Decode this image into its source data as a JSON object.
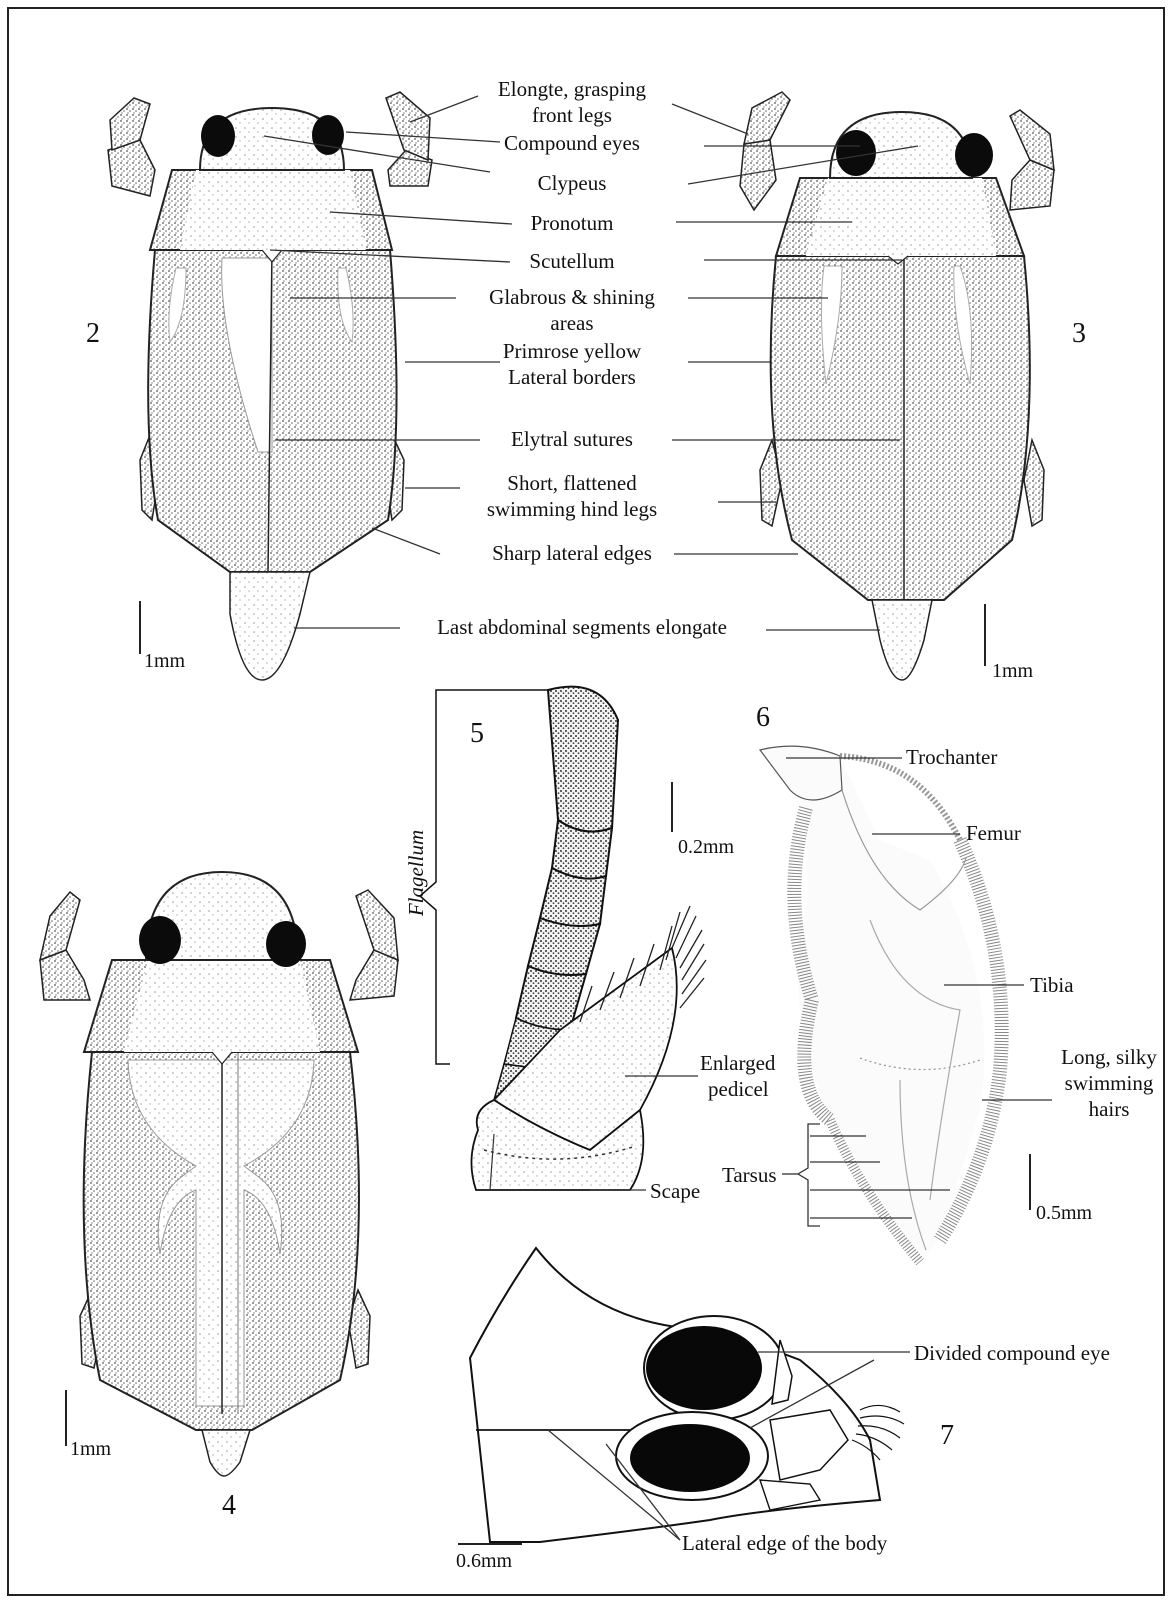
{
  "figure_numbers": {
    "fig2": "2",
    "fig3": "3",
    "fig4": "4",
    "fig5": "5",
    "fig6": "6",
    "fig7": "7"
  },
  "top_labels": {
    "front_legs_1": "Elongte, grasping",
    "front_legs_2": "front legs",
    "compound_eyes": "Compound eyes",
    "clypeus": "Clypeus",
    "pronotum": "Pronotum",
    "scutellum": "Scutellum",
    "glabrous_1": "Glabrous & shining",
    "glabrous_2": "areas",
    "primrose_1": "Primrose yellow",
    "primrose_2": "Lateral borders",
    "elytral_sutures": "Elytral sutures",
    "hind_legs_1": "Short, flattened",
    "hind_legs_2": "swimming hind legs",
    "sharp_edges": "Sharp lateral edges",
    "abdominal": "Last abdominal segments elongate"
  },
  "antenna_labels": {
    "flagellum": "Flagellum",
    "pedicel_1": "Enlarged",
    "pedicel_2": "pedicel",
    "scape": "Scape"
  },
  "leg_labels": {
    "trochanter": "Trochanter",
    "femur": "Femur",
    "tibia": "Tibia",
    "hairs_1": "Long, silky",
    "hairs_2": "swimming",
    "hairs_3": "hairs",
    "tarsus": "Tarsus"
  },
  "head_labels": {
    "divided_eye": "Divided compound eye",
    "lateral_edge": "Lateral edge of the body"
  },
  "scale_bars": {
    "fig2": "1mm",
    "fig3": "1mm",
    "fig4": "1mm",
    "fig5": "0.2mm",
    "fig6": "0.5mm",
    "fig7": "0.6mm"
  }
}
